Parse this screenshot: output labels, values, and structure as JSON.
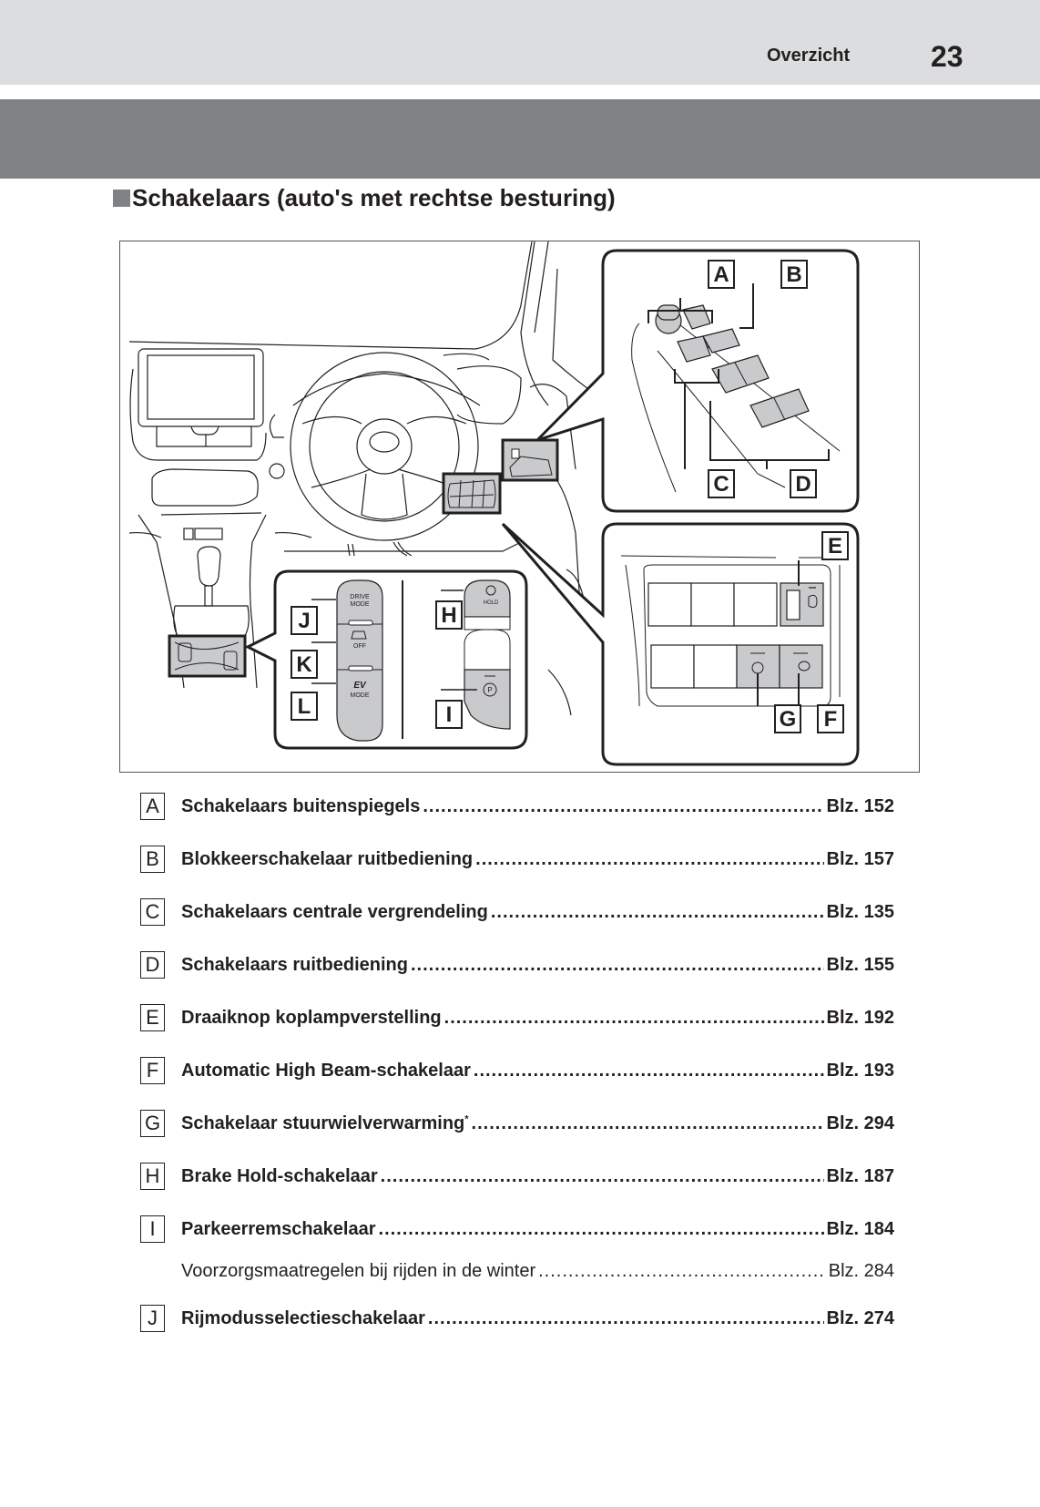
{
  "header": {
    "section": "Overzicht",
    "page_number": "23"
  },
  "section_title": "Schakelaars (auto's met rechtse besturing)",
  "figure": {
    "callout_labels": [
      "A",
      "B",
      "C",
      "D",
      "E",
      "F",
      "G",
      "H",
      "I",
      "J",
      "K",
      "L"
    ],
    "button_texts": {
      "drive_mode_line1": "DRIVE",
      "drive_mode_line2": "MODE",
      "vsc_off": "OFF",
      "ev_mode_line1": "EV",
      "ev_mode_line2": "MODE",
      "hold": "HOLD",
      "parking": "P"
    }
  },
  "items": [
    {
      "key": "A",
      "label": "Schakelaars buitenspiegels",
      "page": "Blz. 152",
      "sub": false
    },
    {
      "key": "B",
      "label": "Blokkeerschakelaar ruitbediening",
      "page": "Blz. 157",
      "sub": false
    },
    {
      "key": "C",
      "label": "Schakelaars centrale vergrendeling",
      "page": "Blz. 135",
      "sub": false
    },
    {
      "key": "D",
      "label": "Schakelaars ruitbediening",
      "page": "Blz. 155",
      "sub": false
    },
    {
      "key": "E",
      "label": "Draaiknop koplampverstelling",
      "page": "Blz. 192",
      "sub": false
    },
    {
      "key": "F",
      "label": "Automatic High Beam-schakelaar",
      "page": "Blz. 193",
      "sub": false
    },
    {
      "key": "G",
      "label": "Schakelaar stuurwielverwarming",
      "footnote": "*",
      "page": "Blz. 294",
      "sub": false
    },
    {
      "key": "H",
      "label": "Brake Hold-schakelaar",
      "page": "Blz. 187",
      "sub": false
    },
    {
      "key": "I",
      "label": "Parkeerremschakelaar",
      "page": "Blz. 184",
      "sub": false
    },
    {
      "key": "",
      "label": "Voorzorgsmaatregelen bij rijden in de winter",
      "page": "Blz. 284",
      "sub": true
    },
    {
      "key": "J",
      "label": "Rijmodusselectieschakelaar",
      "page": "Blz. 274",
      "sub": false
    }
  ],
  "colors": {
    "top_band": "#dcdddf",
    "grey_band": "#808184",
    "switch_fill": "#c9cacc",
    "text": "#231f20"
  }
}
